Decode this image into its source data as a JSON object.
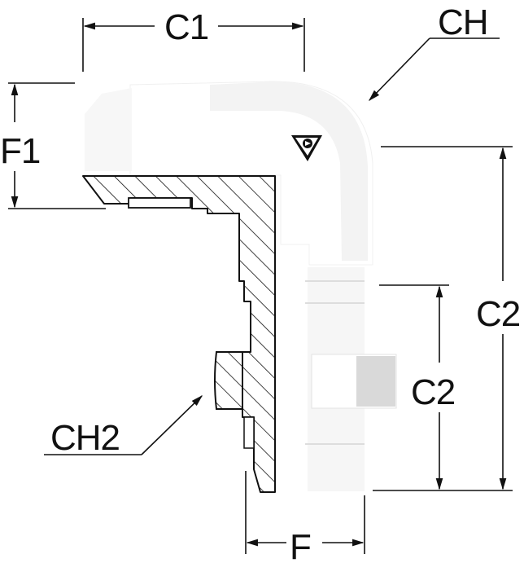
{
  "labels": {
    "c1": "C1",
    "ch": "CH",
    "f1": "F1",
    "c2_outer": "C2",
    "c2_inner": "C2",
    "ch2": "CH2",
    "f": "F"
  },
  "colors": {
    "ink": "#111111",
    "body_fill": "#ffffff",
    "shade": "#f1f1f1",
    "nut_shade": "#d9d9d9"
  },
  "icons": {
    "logo": "dunlop-triangle-logo"
  }
}
